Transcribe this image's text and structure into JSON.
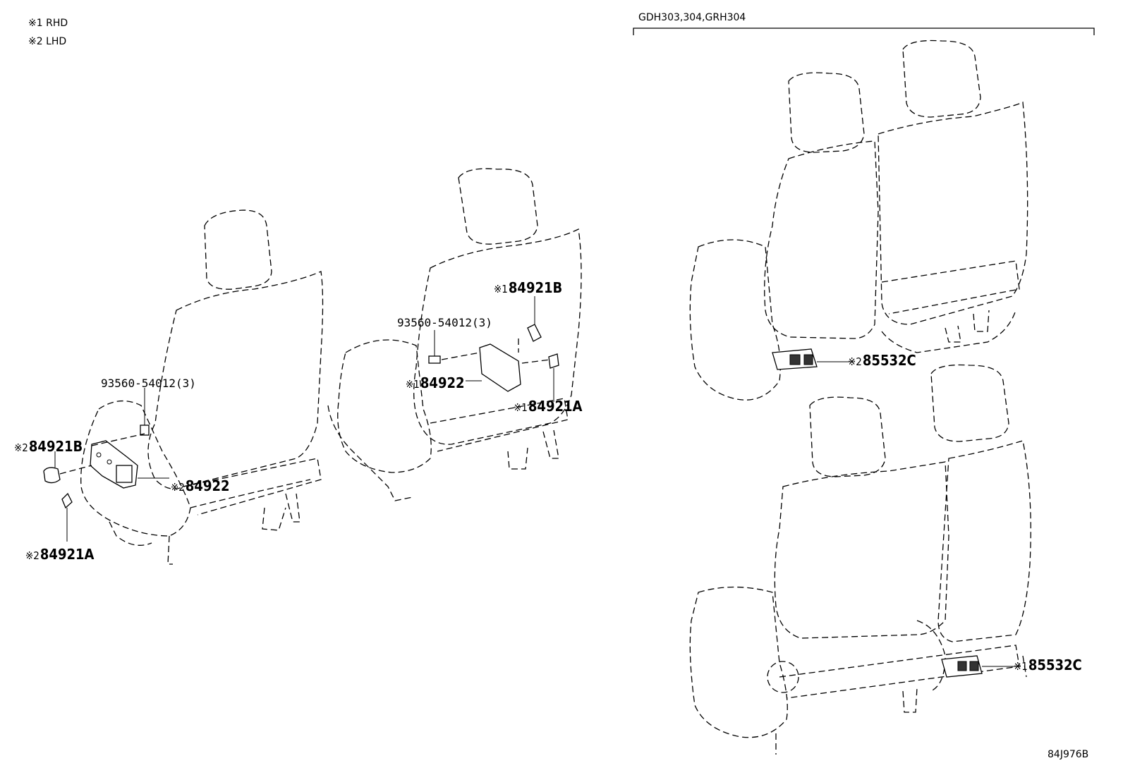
{
  "legend": {
    "rhd": "※1 RHD",
    "lhd": "※2 LHD"
  },
  "model_header": "GDH303,304,GRH304",
  "figure_code": "84J976B",
  "labels": {
    "l_bolt": "93560-54012(3)",
    "l_84921B_mark": "※2",
    "l_84921B_num": "84921B",
    "l_84922_mark": "※2",
    "l_84922_num": "84922",
    "l_84921A_mark": "※2",
    "l_84921A_num": "84921A",
    "c_84921B_mark": "※1",
    "c_84921B_num": "84921B",
    "c_bolt": "93560-54012(3)",
    "c_84922_mark": "※1",
    "c_84922_num": "84922",
    "c_84921A_mark": "※1",
    "c_84921A_num": "84921A",
    "r1_85532C_mark": "※2",
    "r1_85532C_num": "85532C",
    "r2_85532C_mark": "※1",
    "r2_85532C_num": "85532C"
  }
}
